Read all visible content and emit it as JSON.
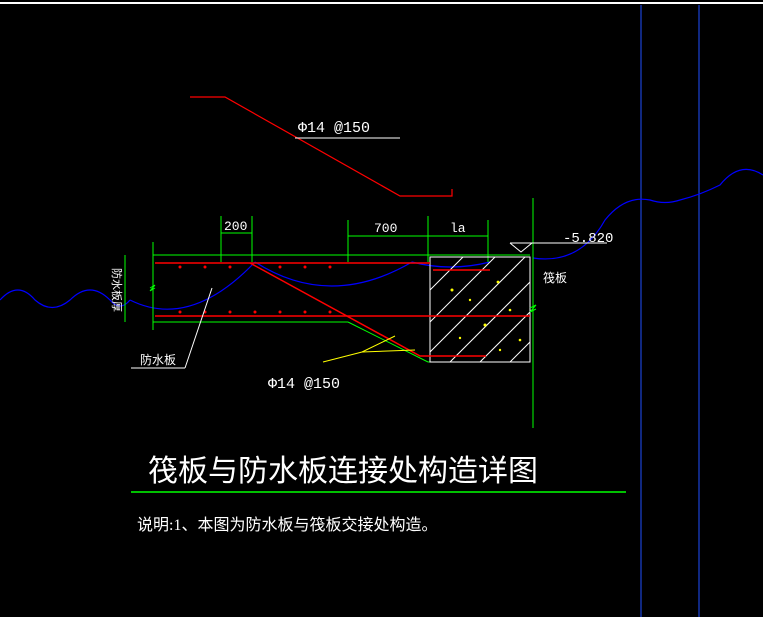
{
  "drawing": {
    "title": "筏板与防水板连接处构造详图",
    "note": "说明:1、本图为防水板与筏板交接处构造。",
    "labels": {
      "rebar_top": "Φ14 @150",
      "rebar_bottom": "Φ14 @150",
      "dim_200": "200",
      "dim_700": "700",
      "dim_la": "la",
      "elevation": "-5.820",
      "raft": "筏板",
      "waterproof_slab": "防水板",
      "waterproof_thickness": "防水板厚"
    },
    "colors": {
      "background": "#000000",
      "white_line": "#ffffff",
      "green_line": "#00ff00",
      "red_line": "#ff0000",
      "blue_line": "#0000ff",
      "yellow_line": "#ffff00",
      "border_blue": "#2050ff"
    }
  }
}
